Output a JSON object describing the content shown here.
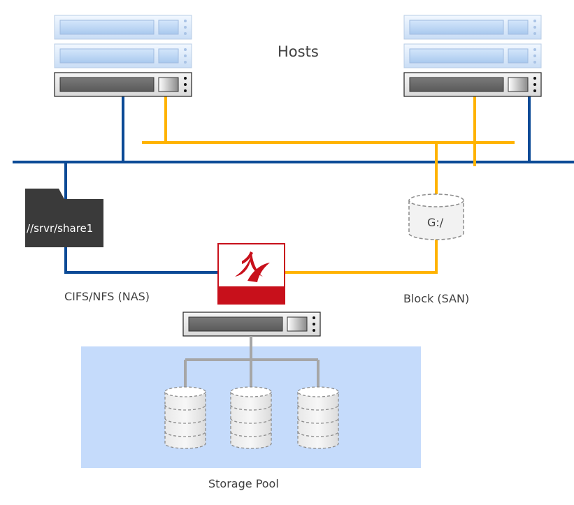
{
  "labels": {
    "hosts": "Hosts",
    "nas": "CIFS/NFS (NAS)",
    "san": "Block (SAN)",
    "storage_pool": "Storage Pool",
    "share_path": "//srvr/share1",
    "drive_letter": "G:/"
  },
  "colors": {
    "network_blue": "#0b4a96",
    "san_yellow": "#ffb300",
    "pool_bg": "#c5dbfb",
    "controller_red": "#c8101b",
    "folder_dark": "#3a3a3a",
    "pool_link_gray": "#a6a6a6"
  },
  "icons": {
    "host_server": "server-rack-icon",
    "nas_share": "folder-icon",
    "san_volume": "disk-cylinder-icon",
    "storage_controller": "storage-appliance-icon",
    "pool_disk": "disk-stack-icon"
  }
}
